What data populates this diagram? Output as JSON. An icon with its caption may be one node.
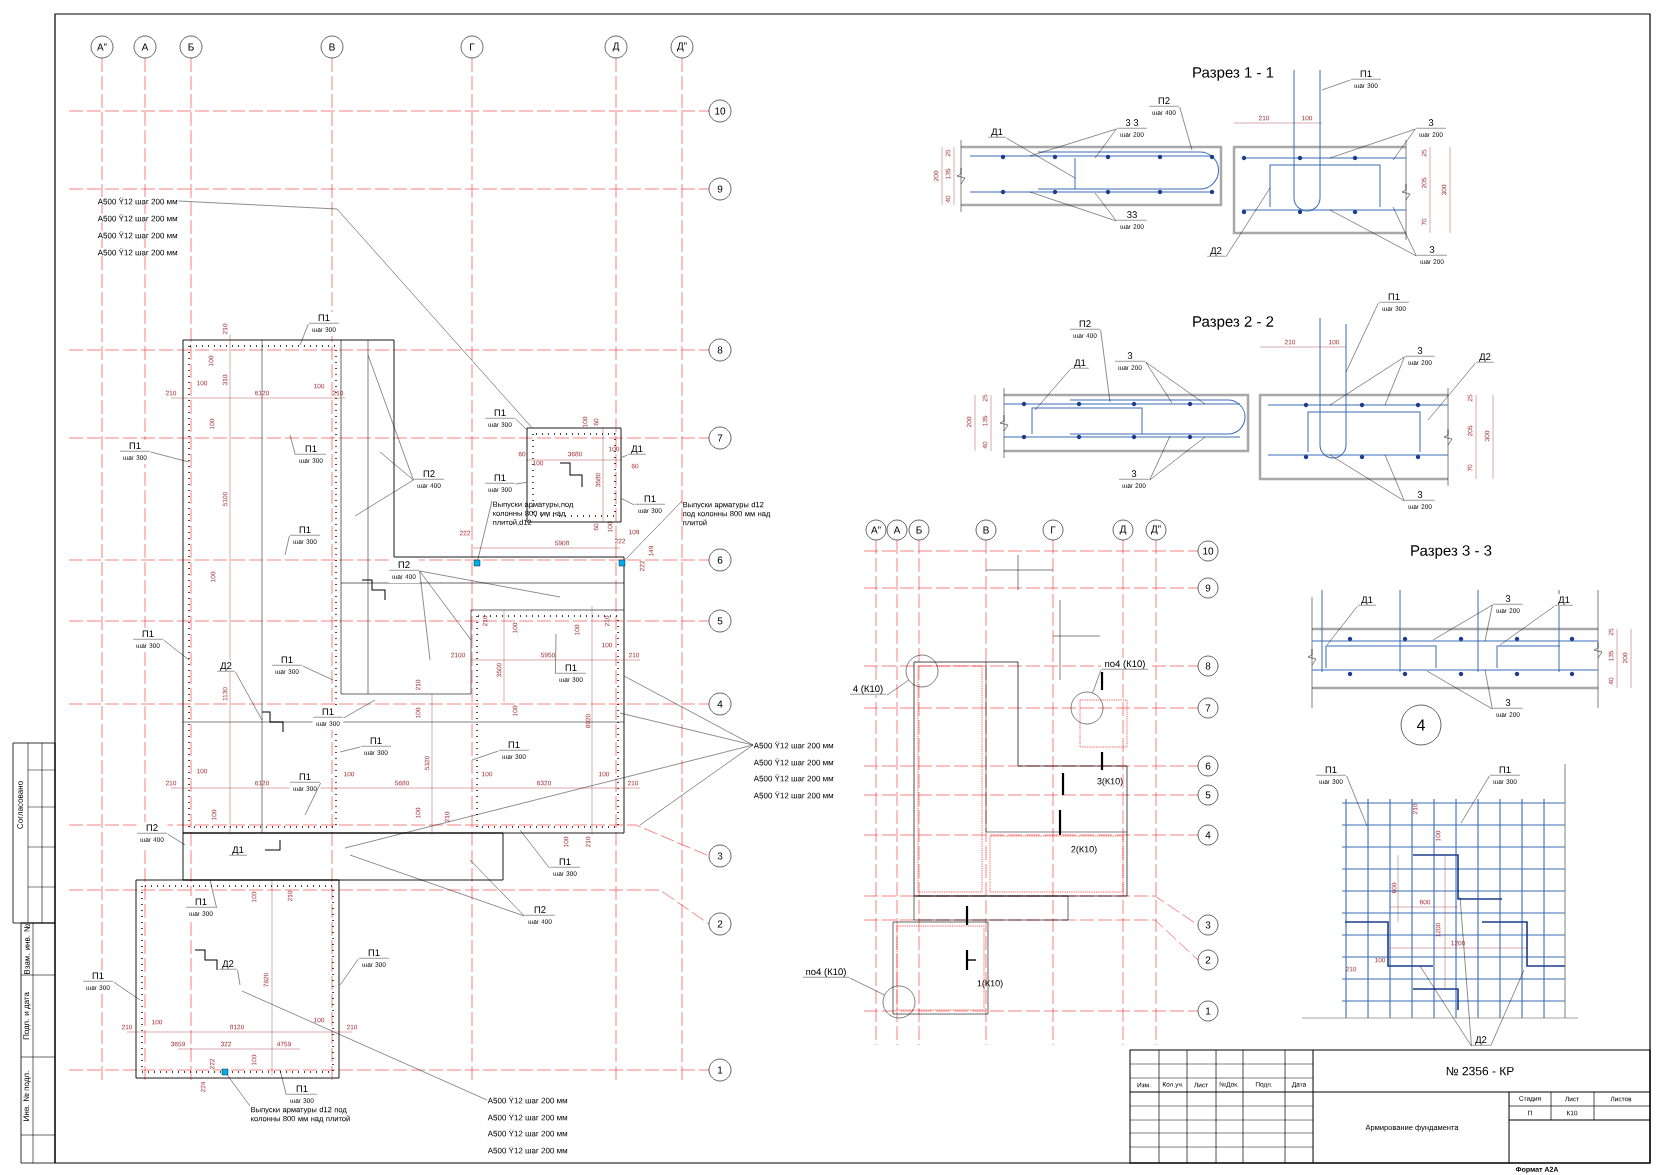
{
  "diagram": {
    "nodes": [
      {
        "text": [
          "А”"
        ]
      },
      {
        "text": [
          "А"
        ]
      },
      {
        "text": [
          "Б"
        ]
      },
      {
        "text": [
          "В"
        ]
      },
      {
        "text": [
          "Г"
        ]
      },
      {
        "text": [
          "Д"
        ]
      },
      {
        "text": [
          "Д”"
        ]
      },
      {
        "text": [
          "10"
        ]
      },
      {
        "text": [
          "9"
        ]
      },
      {
        "text": [
          "8"
        ]
      },
      {
        "text": [
          "7"
        ]
      },
      {
        "text": [
          "6"
        ]
      },
      {
        "text": [
          "5"
        ]
      },
      {
        "text": [
          "4"
        ]
      },
      {
        "text": [
          "3"
        ]
      },
      {
        "text": [
          "2"
        ]
      },
      {
        "text": [
          "1"
        ]
      },
      {
        "text": [
          "П1",
          "шаг 300"
        ]
      },
      {
        "text": [
          "П2",
          "шаг 400"
        ]
      },
      {
        "text": [
          "Д1"
        ]
      },
      {
        "text": [
          "3 3",
          "шаг 200"
        ]
      },
      {
        "text": [
          "33",
          "шаг 200"
        ]
      },
      {
        "text": [
          "3",
          "шаг 200"
        ]
      },
      {
        "text": [
          "Д2"
        ]
      },
      {
        "text": [
          "3",
          "шаг 200"
        ]
      },
      {
        "text": [
          "П2",
          "шаг 400"
        ]
      },
      {
        "text": [
          "П1",
          "шаг 300"
        ]
      },
      {
        "text": [
          "Д1"
        ]
      },
      {
        "text": [
          "3",
          "шаг 200"
        ]
      },
      {
        "text": [
          "3",
          "шаг 200"
        ]
      },
      {
        "text": [
          "Д2"
        ]
      },
      {
        "text": [
          "3",
          "шаг 200"
        ]
      },
      {
        "text": [
          "3",
          "шаг 200"
        ]
      },
      {
        "text": [
          "Д1"
        ]
      },
      {
        "text": [
          "3",
          "шаг 200"
        ]
      },
      {
        "text": [
          "Д1"
        ]
      },
      {
        "text": [
          "3",
          "шаг 200"
        ]
      },
      {
        "text": [
          "4"
        ]
      },
      {
        "text": [
          "П1",
          "шаг 300"
        ]
      },
      {
        "text": [
          "П1",
          "шаг 300"
        ]
      },
      {
        "text": [
          "Д2"
        ]
      },
      {
        "text": [
          "А”"
        ]
      },
      {
        "text": [
          "А"
        ]
      },
      {
        "text": [
          "Б"
        ]
      },
      {
        "text": [
          "В"
        ]
      },
      {
        "text": [
          "Г"
        ]
      },
      {
        "text": [
          "Д"
        ]
      },
      {
        "text": [
          "Д”"
        ]
      },
      {
        "text": [
          "10"
        ]
      },
      {
        "text": [
          "9"
        ]
      },
      {
        "text": [
          "8"
        ]
      },
      {
        "text": [
          "7"
        ]
      },
      {
        "text": [
          "6"
        ]
      },
      {
        "text": [
          "5"
        ]
      },
      {
        "text": [
          "4"
        ]
      },
      {
        "text": [
          "3"
        ]
      },
      {
        "text": [
          "2"
        ]
      },
      {
        "text": [
          "1"
        ]
      },
      {
        "text": [
          "по4 (К10)"
        ]
      },
      {
        "text": [],
        "shape": "circle"
      },
      {
        "text": [
          "4 (К10)"
        ]
      },
      {
        "text": [],
        "shape": "circle"
      },
      {
        "text": [
          "по4 (К10)"
        ]
      },
      {
        "text": [],
        "shape": "circle"
      },
      {
        "text": [
          "А500 Ÿ12 шаг 200 мм"
        ]
      },
      {
        "text": [
          "А500 Ÿ12 шаг 200 мм"
        ]
      },
      {
        "text": [
          "А500 Ÿ12 шаг 200 мм"
        ]
      },
      {
        "text": [
          "А500 Ÿ12 шаг 200 мм"
        ]
      },
      {
        "text": [
          "П1",
          "шаг 300"
        ]
      },
      {
        "text": [
          "П1",
          "шаг 300"
        ]
      },
      {
        "text": [
          "П1",
          "шаг 300"
        ]
      },
      {
        "text": [
          "П2",
          "шаг 400"
        ]
      },
      {
        "text": [
          "П1",
          "шаг 300"
        ]
      },
      {
        "text": [
          "П1",
          "шаг 300"
        ]
      },
      {
        "text": [
          "Д1"
        ]
      },
      {
        "text": [
          "П1",
          "шаг 300"
        ]
      },
      {
        "text": [
          "П1",
          "шаг 300"
        ]
      },
      {
        "text": [
          "Выпуски арматуры,под колонны 800 мм над плитой,d12"
        ]
      },
      {
        "text": [
          "Выпуски арматуры d12 под колонны 800 мм над плитой"
        ]
      },
      {
        "text": [
          "П2",
          "шаг 400"
        ]
      },
      {
        "text": [
          "П1",
          "шаг 300"
        ]
      },
      {
        "text": [
          "Д2"
        ]
      },
      {
        "text": [
          "П1",
          "шаг 300"
        ]
      },
      {
        "text": [
          "П1",
          "шаг 300"
        ]
      },
      {
        "text": [
          "П1",
          "шаг 300"
        ]
      },
      {
        "text": [
          "П1",
          "шаг 300"
        ]
      },
      {
        "text": [
          "П1",
          "шаг 300"
        ]
      },
      {
        "text": [
          "А500 Ÿ12 шаг 200 мм"
        ]
      },
      {
        "text": [
          "А500 Ÿ12 шаг 200 мм"
        ]
      },
      {
        "text": [
          "А500 Ÿ12 шаг 200 мм"
        ]
      },
      {
        "text": [
          "А500 Ÿ12 шаг 200 мм"
        ]
      },
      {
        "text": [
          "П1",
          "шаг 300"
        ]
      },
      {
        "text": [
          "П2",
          "шаг 400"
        ]
      },
      {
        "text": [
          "Д1"
        ]
      },
      {
        "text": [
          "П1",
          "шаг 300"
        ]
      },
      {
        "text": [
          "П2",
          "шаг 400"
        ]
      },
      {
        "text": [
          "П1",
          "шаг 300"
        ]
      },
      {
        "text": [
          "Д2"
        ]
      },
      {
        "text": [
          "П1",
          "шаг 300"
        ]
      },
      {
        "text": [
          "П1",
          "шаг 300"
        ]
      },
      {
        "text": [
          "Выпуски арматуры d12 под колонны 800 мм над плитой"
        ]
      },
      {
        "text": [
          "П1",
          "шаг 300"
        ]
      },
      {
        "text": [
          "А500 Ÿ12 шаг 200 мм"
        ]
      },
      {
        "text": [
          "А500 Ÿ12 шаг 200 мм"
        ]
      },
      {
        "text": [
          "А500 Ÿ12 шаг 200 мм"
        ]
      },
      {
        "text": [
          "А500 Ÿ12 шаг 200 мм"
        ]
      },
      {
        "text": [],
        "shape": "box"
      },
      {
        "text": [],
        "shape": "box"
      },
      {
        "text": [],
        "shape": "box"
      },
      {
        "text": [],
        "shape": "box"
      }
    ],
    "edges": [
      {
        "from": 17,
        "to": null,
        "arrow": "none"
      },
      {
        "from": 18,
        "to": null,
        "arrow": "none"
      },
      {
        "from": 19,
        "to": null,
        "arrow": "none"
      },
      {
        "from": 20,
        "to": null,
        "arrow": "none"
      },
      {
        "from": 20,
        "to": null,
        "arrow": "none"
      },
      {
        "from": 21,
        "to": null,
        "arrow": "none"
      },
      {
        "from": 21,
        "to": null,
        "arrow": "none"
      },
      {
        "from": 22,
        "to": null,
        "arrow": "none"
      },
      {
        "from": 22,
        "to": null,
        "arrow": "none"
      },
      {
        "from": 23,
        "to": null,
        "arrow": "none"
      },
      {
        "from": 24,
        "to": null,
        "arrow": "none"
      },
      {
        "from": 24,
        "to": null,
        "arrow": "none"
      },
      {
        "from": 25,
        "to": null,
        "arrow": "none"
      },
      {
        "from": 26,
        "to": null,
        "arrow": "none"
      },
      {
        "from": 27,
        "to": null,
        "arrow": "none"
      },
      {
        "from": 28,
        "to": null,
        "arrow": "none"
      },
      {
        "from": 28,
        "to": null,
        "arrow": "none"
      },
      {
        "from": 29,
        "to": null,
        "arrow": "none"
      },
      {
        "from": 29,
        "to": null,
        "arrow": "none"
      },
      {
        "from": 30,
        "to": null,
        "arrow": "none"
      },
      {
        "from": 31,
        "to": null,
        "arrow": "none"
      },
      {
        "from": 31,
        "to": null,
        "arrow": "none"
      },
      {
        "from": 32,
        "to": null,
        "arrow": "none"
      },
      {
        "from": 32,
        "to": null,
        "arrow": "none"
      },
      {
        "from": 33,
        "to": null,
        "arrow": "none"
      },
      {
        "from": 34,
        "to": null,
        "arrow": "none"
      },
      {
        "from": 34,
        "to": null,
        "arrow": "none"
      },
      {
        "from": 35,
        "to": null,
        "arrow": "none"
      },
      {
        "from": 36,
        "to": null,
        "arrow": "none"
      },
      {
        "from": 36,
        "to": null,
        "arrow": "none"
      },
      {
        "from": 38,
        "to": null,
        "arrow": "none"
      },
      {
        "from": 39,
        "to": null,
        "arrow": "none"
      },
      {
        "from": 40,
        "to": null,
        "arrow": "none"
      },
      {
        "from": 40,
        "to": null,
        "arrow": "none"
      },
      {
        "from": 40,
        "to": null,
        "arrow": "none"
      },
      {
        "from": 58,
        "to": 59,
        "arrow": "none"
      },
      {
        "from": 60,
        "to": 61,
        "arrow": "none"
      },
      {
        "from": 62,
        "to": 63,
        "arrow": "none"
      },
      {
        "from": 64,
        "to": 109,
        "arrow": "none"
      },
      {
        "from": 68,
        "to": null,
        "arrow": "none"
      },
      {
        "from": 69,
        "to": null,
        "arrow": "none"
      },
      {
        "from": 70,
        "to": null,
        "arrow": "none"
      },
      {
        "from": 71,
        "to": null,
        "arrow": "none"
      },
      {
        "from": 71,
        "to": null,
        "arrow": "none"
      },
      {
        "from": 71,
        "to": null,
        "arrow": "none"
      },
      {
        "from": 72,
        "to": null,
        "arrow": "none"
      },
      {
        "from": 73,
        "to": 109,
        "arrow": "none"
      },
      {
        "from": 74,
        "to": 109,
        "arrow": "none"
      },
      {
        "from": 75,
        "to": 109,
        "arrow": "none"
      },
      {
        "from": 76,
        "to": 109,
        "arrow": "none"
      },
      {
        "from": 77,
        "to": 106,
        "arrow": "none"
      },
      {
        "from": 78,
        "to": 107,
        "arrow": "none"
      },
      {
        "from": 79,
        "to": null,
        "arrow": "none"
      },
      {
        "from": 79,
        "to": null,
        "arrow": "none"
      },
      {
        "from": 79,
        "to": null,
        "arrow": "none"
      },
      {
        "from": 80,
        "to": null,
        "arrow": "none"
      },
      {
        "from": 81,
        "to": null,
        "arrow": "none"
      },
      {
        "from": 82,
        "to": null,
        "arrow": "none"
      },
      {
        "from": 83,
        "to": null,
        "arrow": "none"
      },
      {
        "from": 84,
        "to": null,
        "arrow": "none"
      },
      {
        "from": 85,
        "to": null,
        "arrow": "none"
      },
      {
        "from": 86,
        "to": null,
        "arrow": "none"
      },
      {
        "from": 87,
        "to": null,
        "arrow": "none"
      },
      {
        "from": 87,
        "to": null,
        "arrow": "none"
      },
      {
        "from": 87,
        "to": null,
        "arrow": "none"
      },
      {
        "from": 87,
        "to": null,
        "arrow": "none"
      },
      {
        "from": 91,
        "to": null,
        "arrow": "none"
      },
      {
        "from": 92,
        "to": null,
        "arrow": "none"
      },
      {
        "from": 94,
        "to": null,
        "arrow": "none"
      },
      {
        "from": 95,
        "to": null,
        "arrow": "none"
      },
      {
        "from": 95,
        "to": null,
        "arrow": "none"
      },
      {
        "from": 96,
        "to": null,
        "arrow": "none"
      },
      {
        "from": 97,
        "to": null,
        "arrow": "none"
      },
      {
        "from": 98,
        "to": null,
        "arrow": "none"
      },
      {
        "from": 99,
        "to": null,
        "arrow": "none"
      },
      {
        "from": 100,
        "to": 108,
        "arrow": "none"
      },
      {
        "from": 101,
        "to": null,
        "arrow": "none"
      },
      {
        "from": 102,
        "to": null,
        "arrow": "none"
      }
    ],
    "labels": [
      "Разрез 1 - 1",
      "210",
      "100",
      "200",
      "25",
      "135",
      "40",
      "25",
      "205",
      "70",
      "300",
      "Разрез 2 - 2",
      "210",
      "100",
      "200",
      "25",
      "135",
      "40",
      "25",
      "205",
      "70",
      "300",
      "Разрез 3 - 3",
      "25",
      "135",
      "40",
      "200",
      "210",
      "100",
      "600",
      "600",
      "1200",
      "1200",
      "210",
      "100",
      "3(К10)",
      "2(К10)",
      "1(К10)",
      "210",
      "100",
      "100",
      "210",
      "310",
      "6120",
      "100",
      "210",
      "100",
      "5100",
      "100",
      "1130",
      "100",
      "60",
      "60",
      "100",
      "3680",
      "100",
      "60",
      "3680",
      "60",
      "100",
      "222",
      "5908",
      "222",
      "109",
      "149",
      "222",
      "210",
      "100",
      "100",
      "210",
      "2100",
      "3500",
      "5950",
      "100",
      "210",
      "210",
      "100",
      "100",
      "8920",
      "5320",
      "210",
      "100",
      "6120",
      "100",
      "5680",
      "100",
      "6320",
      "100",
      "210",
      "100",
      "100",
      "210",
      "100",
      "210",
      "100",
      "210",
      "7820",
      "210",
      "100",
      "8120",
      "100",
      "210",
      "3659",
      "322",
      "4759",
      "100",
      "222",
      "224",
      "Изм.",
      "Кол.уч.",
      "Лист",
      "№Док.",
      "Подп.",
      "Дата",
      "№ 2356 - КР",
      "Армирование фундамента",
      "Стадия",
      "Лист",
      "Листов",
      "П",
      "К10",
      "Формат А2А",
      "Согласовано",
      "Взам. инв. №",
      "Подп. и дата",
      "Инв. № подл."
    ]
  }
}
